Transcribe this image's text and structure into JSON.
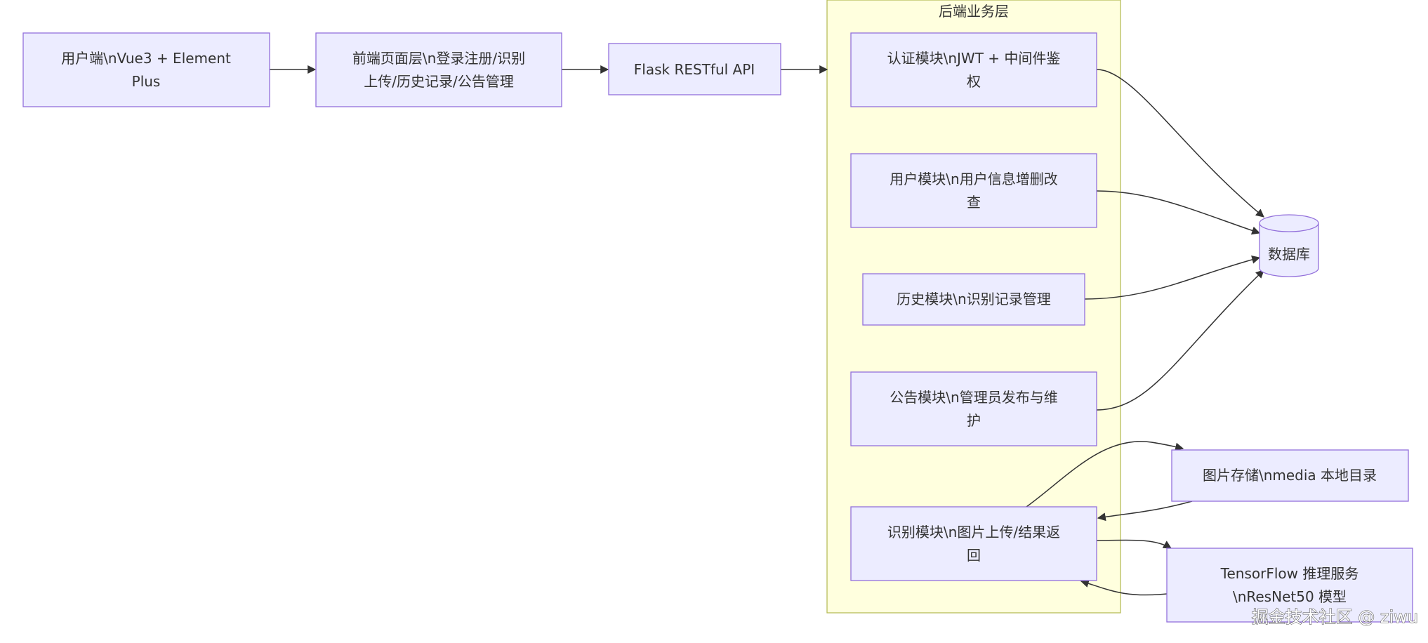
{
  "cluster": {
    "title": "后端业务层"
  },
  "nodes": {
    "client": [
      "用户端\\nVue3 + Element",
      "Plus"
    ],
    "frontend": [
      "前端页面层\\n登录注册/识别",
      "上传/历史记录/公告管理"
    ],
    "api": [
      "Flask RESTful API"
    ],
    "auth": [
      "认证模块\\nJWT + 中间件鉴",
      "权"
    ],
    "user": [
      "用户模块\\n用户信息增删改",
      "查"
    ],
    "history": [
      "历史模块\\n识别记录管理"
    ],
    "notice": [
      "公告模块\\n管理员发布与维",
      "护"
    ],
    "recognize": [
      "识别模块\\n图片上传/结果返",
      "回"
    ],
    "database": [
      "数据库"
    ],
    "storage": [
      "图片存储\\nmedia 本地目录"
    ],
    "tensorflow": [
      "TensorFlow 推理服务",
      "\\nResNet50 模型"
    ]
  },
  "watermark": "掘金技术社区 @ ziwu"
}
